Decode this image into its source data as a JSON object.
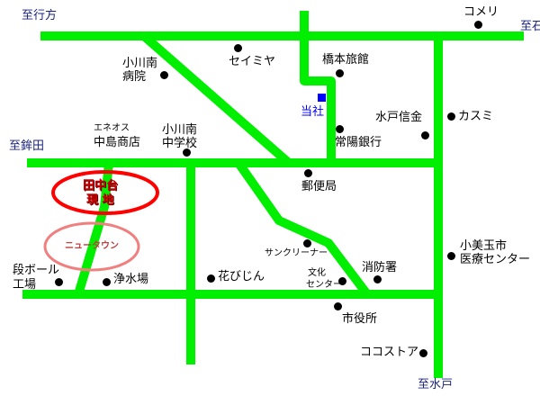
{
  "colors": {
    "road": "#00ee00",
    "site": "#ff0000",
    "newtown": "#f08080",
    "company": "#0000ff",
    "direction": "#1a237e"
  },
  "directions": {
    "west_top": "至行方",
    "east_top": "至石岡",
    "west_mid": "至鉾田",
    "south": "至水戸"
  },
  "site": {
    "line1": "田中台",
    "line2": "現 地"
  },
  "newtown": "ニュータウン",
  "company": "当社",
  "landmarks": {
    "komeri": "コメリ",
    "seimiya": "セイミヤ",
    "hashimoto": "橋本旅館",
    "ogawa_hospital": "小川南\n病院",
    "eneos_1": "エネオス",
    "eneos_2": "中島商店",
    "ogawa_school": "小川南\n中学校",
    "mito_shinkin": "水戸信金",
    "kasumi": "カスミ",
    "joyo": "常陽銀行",
    "post": "郵便局",
    "sun_cleaner": "サンクリーナー",
    "bunka_1": "文化",
    "bunka_2": "センター",
    "fire": "消防署",
    "hospital": "小美玉市\n医療センター",
    "danball_1": "段ボール",
    "danball_2": "工場",
    "water": "浄水場",
    "hanabijin": "花びじん",
    "city_hall": "市役所",
    "cocostore": "ココストア"
  }
}
